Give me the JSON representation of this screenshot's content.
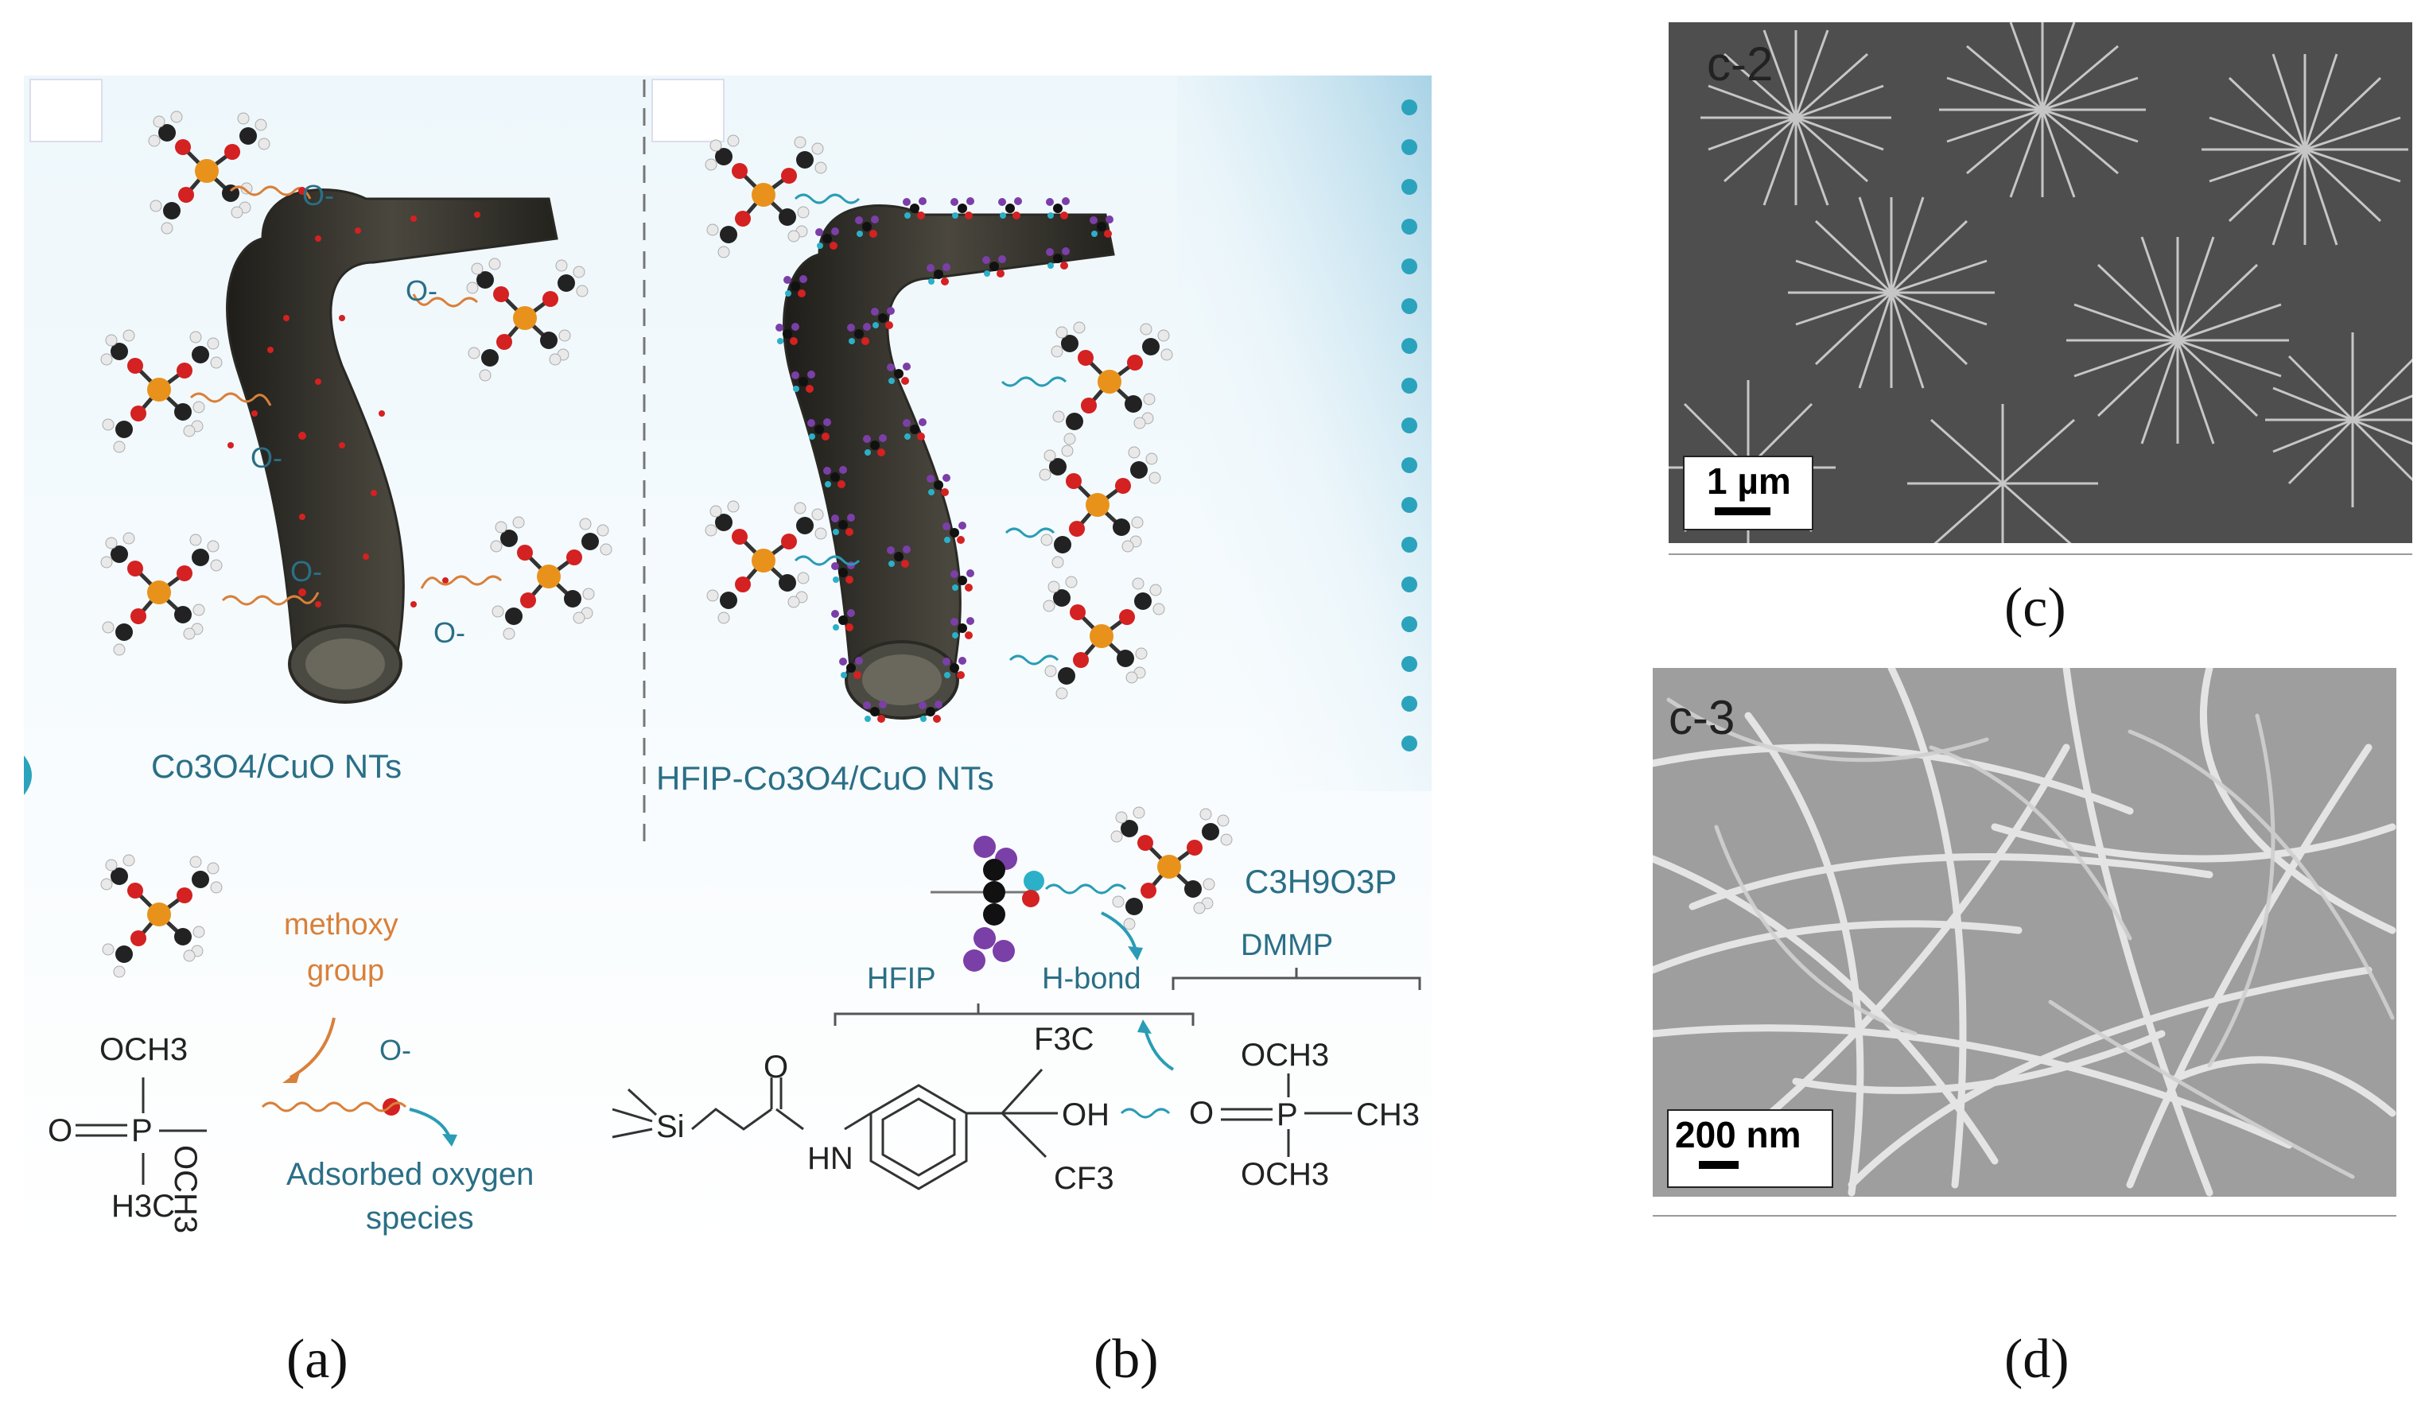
{
  "panels": {
    "a": {
      "label": "(a)",
      "nanotube_title": "Co3O4/CuO NTs",
      "annotations": {
        "methoxy_group_line1": "methoxy",
        "methoxy_group_line2": "group",
        "oxygen_ion": "O-",
        "adsorbed_line1": "Adsorbed oxygen",
        "adsorbed_line2": "species"
      },
      "structure": {
        "och3_top": "OCH3",
        "och3_right": "OCH3",
        "h3c": "H3C",
        "o_eq": "O",
        "p": "P"
      }
    },
    "b": {
      "label": "(b)",
      "nanotube_title": "HFIP-Co3O4/CuO NTs",
      "annotations": {
        "formula": "C3H9O3P",
        "dmmp": "DMMP",
        "hfip": "HFIP",
        "hbond": "H-bond"
      },
      "structure": {
        "si": "Si",
        "hn": "HN",
        "o": "O",
        "f3c": "F3C",
        "cf3": "CF3",
        "oh": "OH",
        "och3_top": "OCH3",
        "och3_bottom": "OCH3",
        "ch3": "CH3",
        "p": "P",
        "o_eq": "O"
      }
    },
    "c": {
      "label": "(c)",
      "tag": "c-2",
      "scale": "1 µm"
    },
    "d": {
      "label": "(d)",
      "tag": "c-3",
      "scale": "200 nm"
    }
  },
  "colors": {
    "teal": "#2a6f86",
    "orange": "#d9803a",
    "tube": "#3c3a32",
    "phosphorus": "#e8921c",
    "oxygen": "#d42121",
    "hfip_purple": "#7b3fa8"
  }
}
